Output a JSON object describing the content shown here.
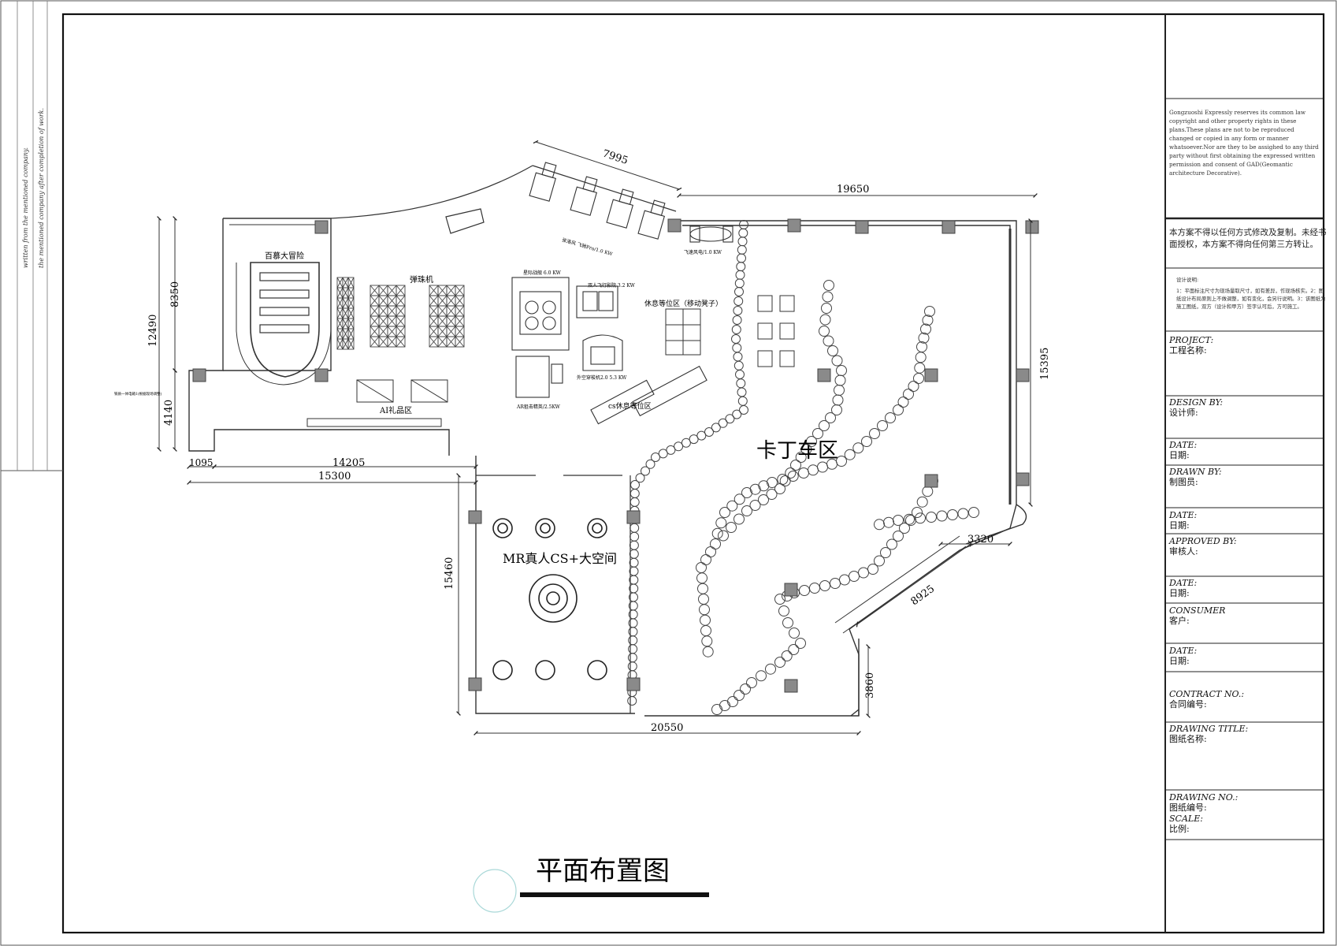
{
  "drawing_title": "平面布置图",
  "side_notes": [
    "written from the mentioned company.",
    "the mentioned company after completion of work."
  ],
  "title_block": {
    "copyright": "Gongzuoshi Expressly reserves its common law copyright and other property rights in these plans.These plans are not to be reproduced changed or copied in any form or manner whatsoever.Nor are they  to be assighed to any third party without first obtaining the expressed written permission and consent of  GAD(Geomantic architecture Decorative).",
    "notice": "本方案不得以任何方式修改及复制。未经书面授权，本方案不得向任何第三方转让。",
    "notes_title": "设计说明:",
    "notes_body": "1：平面标注尺寸为现场量取尺寸，如有差异，作现场核实。2：图纸设计布局原则上不做调整，如有变化，会另行说明。3：该图纸为施工图纸，双方（设计和甲方）签字认可后，方可施工。",
    "fields": [
      {
        "en": "PROJECT:",
        "cn": "工程名称:"
      },
      {
        "en": "DESIGN BY:",
        "cn": "设计师:"
      },
      {
        "en": "DATE:",
        "cn": "日期:"
      },
      {
        "en": "DRAWN BY:",
        "cn": "制图员:"
      },
      {
        "en": "DATE:",
        "cn": "日期:"
      },
      {
        "en": "APPROVED BY:",
        "cn": "审核人:"
      },
      {
        "en": "DATE:",
        "cn": "日期:"
      },
      {
        "en": "CONSUMER",
        "cn": "客户:"
      },
      {
        "en": "DATE:",
        "cn": "日期:"
      },
      {
        "en": "CONTRACT NO.:",
        "cn": "合同编号:"
      },
      {
        "en": "DRAWING TITLE:",
        "cn": "图纸名称:"
      },
      {
        "en": "DRAWING NO.:",
        "cn": "图纸编号:"
      },
      {
        "en": "SCALE:",
        "cn": "比例:"
      }
    ]
  },
  "zones": {
    "kart": "卡丁车区",
    "mr_cs": "MR真人CS+大空间",
    "adventure": "百慕大冒险",
    "pinball": "弹珠机",
    "ai_gift": "AI礼品区",
    "rest_area": "休息等位区（移动凳子）",
    "cs_rest": "cs休息等位区",
    "starship": "星际战舰 6.0 KW",
    "flying_cinema": "双人飞行影院  3.2 KW",
    "ar_shooting": "AR狙击精英/2.5KW",
    "space_cabin": "外空穿梭机2.0  5.3 KW",
    "racing": "张洛风 飞驰Pro/1.0 KW",
    "motorbike": "飞速风电/1.0 KW",
    "small_note_1": "铁质一体电箱1(根据现场调整)"
  },
  "dimensions": {
    "top_diag": "7995",
    "top": "19650",
    "left_12490": "12490",
    "left_8350": "8350",
    "left_4140": "4140",
    "bottom_1095": "1095",
    "bottom_14205": "14205",
    "bottom_15300": "15300",
    "right_15395": "15395",
    "right_3320": "3320",
    "diag_8925": "8925",
    "right_3860": "3860",
    "mr_15460": "15460",
    "bottom_20550": "20550"
  },
  "colors": {
    "line": "#333333",
    "column_fill": "#8a8a8a",
    "accent_circle": "#a9d8d8"
  }
}
